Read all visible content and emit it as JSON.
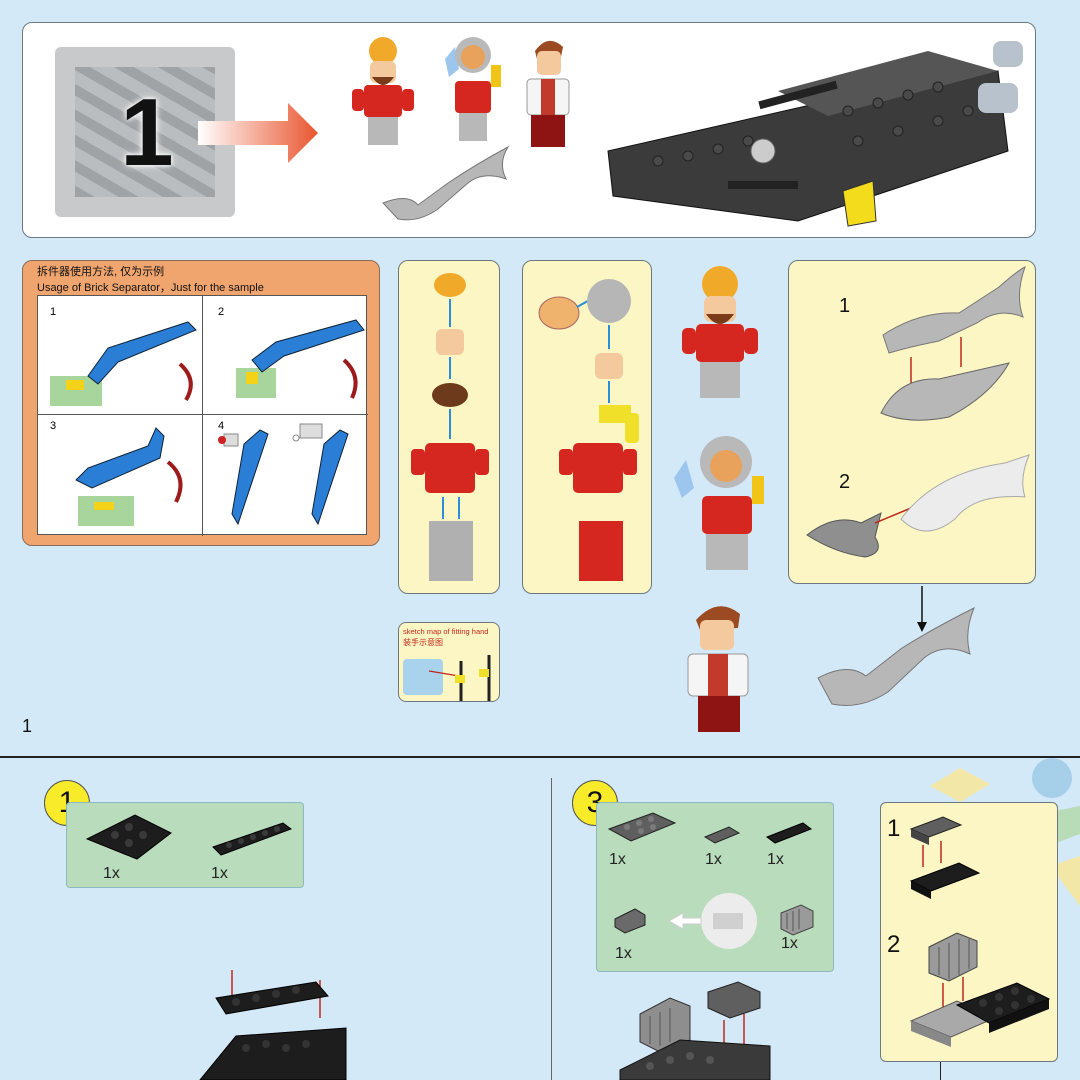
{
  "bag": {
    "number": "1"
  },
  "separator": {
    "title_cn": "拆件器使用方法, 仅为示例",
    "title_en": "Usage of Brick Separator，Just for the sample",
    "steps": [
      "1",
      "2",
      "3",
      "4"
    ]
  },
  "hand_sketch": {
    "line1": "sketch map of fitting hand",
    "line2": "装手示意图"
  },
  "shark_steps": [
    "1",
    "2"
  ],
  "page_number": "1",
  "step1": {
    "number": "1",
    "parts": [
      {
        "qty": "1x"
      },
      {
        "qty": "1x"
      }
    ]
  },
  "step3": {
    "number": "3",
    "parts": [
      {
        "qty": "1x"
      },
      {
        "qty": "1x"
      },
      {
        "qty": "1x"
      },
      {
        "qty": "1x"
      },
      {
        "qty": "1x"
      }
    ],
    "substeps": [
      "1",
      "2"
    ]
  },
  "colors": {
    "background": "#d4e9f7",
    "panel_yellow": "#fbf6c3",
    "panel_green": "#b9dcbc",
    "panel_orange": "#f0a56e",
    "step_badge": "#f8ec2a",
    "arrow_red": "#c0271b"
  }
}
